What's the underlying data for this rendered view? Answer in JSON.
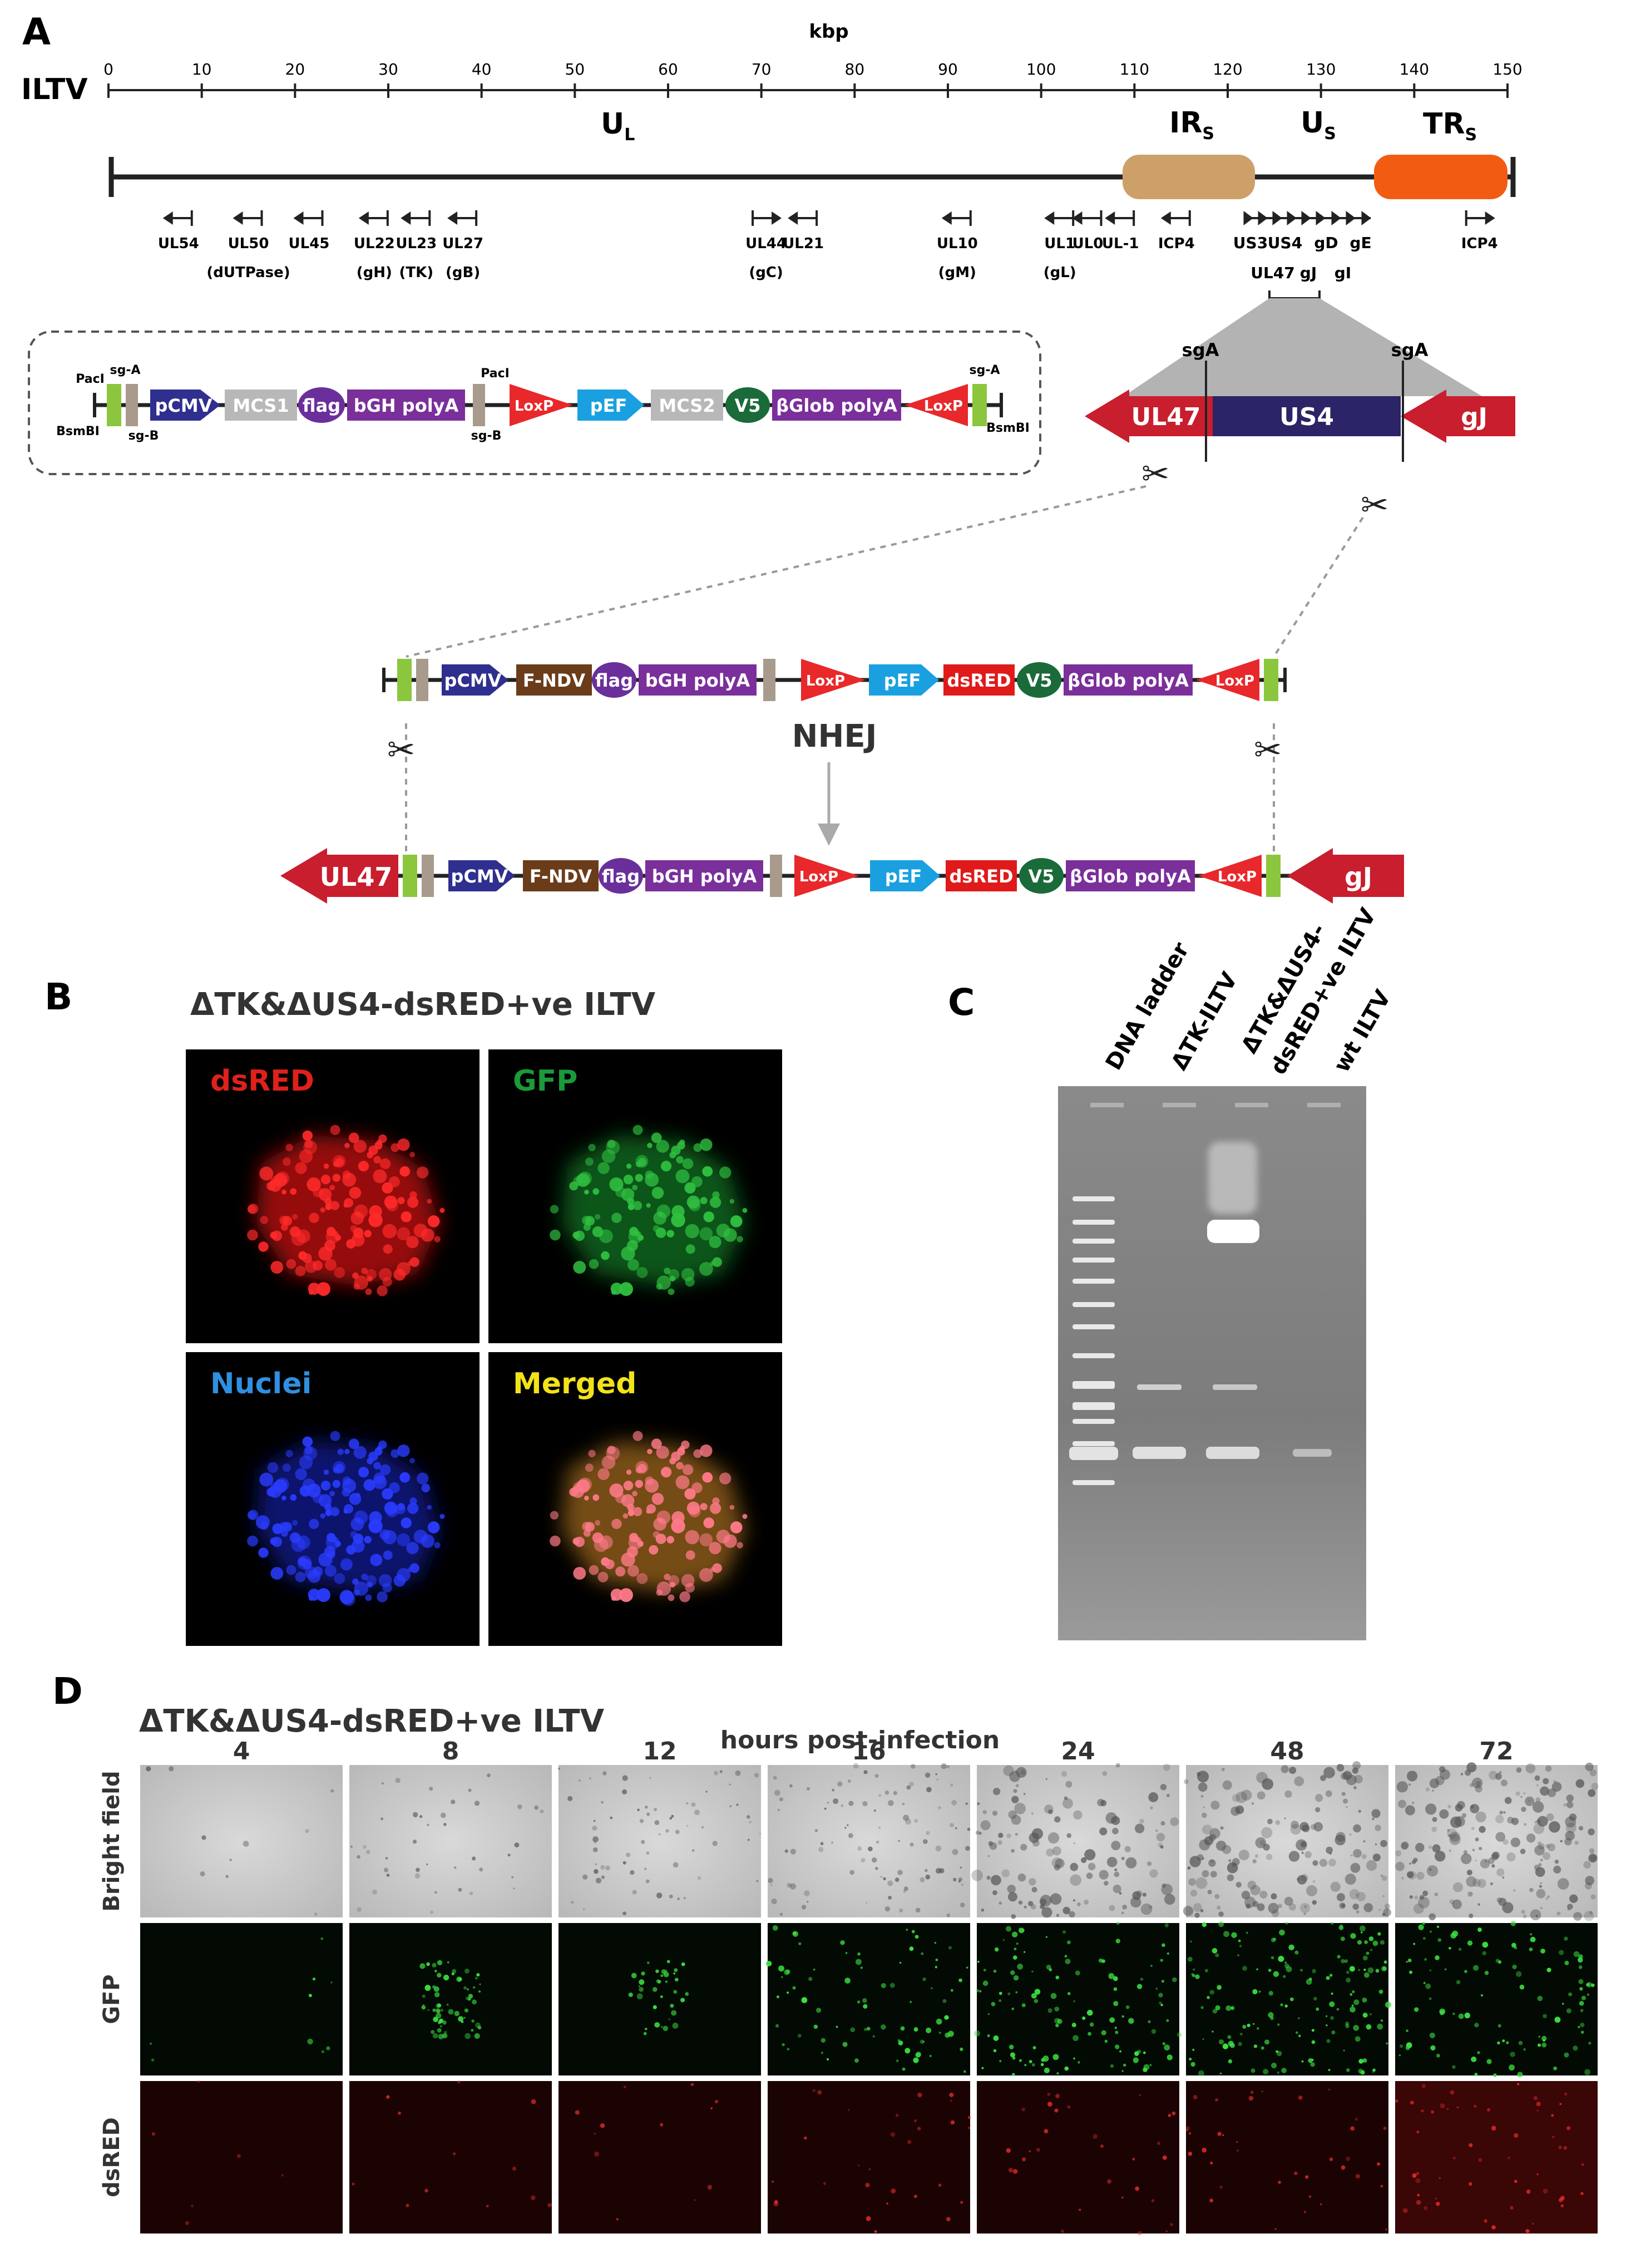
{
  "panel_labels": {
    "a": "A",
    "b": "B",
    "c": "C",
    "d": "D"
  },
  "panel_a": {
    "axis": {
      "unit": "kbp",
      "genome_label": "ILTV",
      "ticks": [
        0,
        10,
        20,
        30,
        40,
        50,
        60,
        70,
        80,
        90,
        100,
        110,
        120,
        130,
        140,
        150
      ]
    },
    "regions": {
      "ul": "U",
      "ul_sub": "L",
      "irs": "IR",
      "irs_sub": "S",
      "us": "U",
      "us_sub": "S",
      "trs": "TR",
      "trs_sub": "S"
    },
    "genes": [
      {
        "name": "UL54",
        "sub": "",
        "pos": 7.5,
        "dir": "L"
      },
      {
        "name": "UL50",
        "sub": "(dUTPase)",
        "pos": 15,
        "dir": "L"
      },
      {
        "name": "UL45",
        "sub": "",
        "pos": 21.5,
        "dir": "L"
      },
      {
        "name": "UL22",
        "sub": "(gH)",
        "pos": 28.5,
        "dir": "L"
      },
      {
        "name": "UL23",
        "sub": "(TK)",
        "pos": 33,
        "dir": "L"
      },
      {
        "name": "UL27",
        "sub": "(gB)",
        "pos": 38,
        "dir": "L"
      },
      {
        "name": "UL44",
        "sub": "(gC)",
        "pos": 70.5,
        "dir": "R"
      },
      {
        "name": "UL21",
        "sub": "",
        "pos": 74.5,
        "dir": "L"
      },
      {
        "name": "UL10",
        "sub": "(gM)",
        "pos": 91,
        "dir": "L"
      },
      {
        "name": "UL1",
        "sub": "(gL)",
        "pos": 102,
        "dir": "L"
      },
      {
        "name": "UL0",
        "sub": "",
        "pos": 105,
        "dir": "L"
      },
      {
        "name": "UL-1",
        "sub": "",
        "pos": 108.5,
        "dir": "L"
      },
      {
        "name": "ICP4",
        "sub": "",
        "pos": 114.5,
        "dir": "L"
      },
      {
        "name": "ICP4",
        "sub": "",
        "pos": 147,
        "dir": "R"
      }
    ],
    "us_labels": [
      "US3",
      "US4",
      "gD",
      "gE"
    ],
    "us_labels_row2": [
      "UL47",
      "gJ",
      "gI"
    ],
    "donor": {
      "left": [
        "PacI",
        "sg-A",
        "BsmBI",
        "sg-B"
      ],
      "elements": [
        "pCMV",
        "MCS1",
        "flag",
        "bGH polyA",
        "PacI",
        "sg-B",
        "LoxP",
        "pEF",
        "MCS2",
        "V5",
        "βGlob polyA",
        "LoxP",
        "sg-A",
        "BsmBI"
      ]
    },
    "locus": {
      "sg_left": "sgA",
      "sg_right": "sgA",
      "ul47": "UL47",
      "us4": "US4",
      "gj": "gJ"
    },
    "insert": [
      "pCMV",
      "F-NDV",
      "flag",
      "bGH polyA",
      "LoxP",
      "pEF",
      "dsRED",
      "V5",
      "βGlob polyA",
      "LoxP"
    ],
    "nhej": "NHEJ",
    "final": [
      "UL47",
      "pCMV",
      "F-NDV",
      "flag",
      "bGH polyA",
      "LoxP",
      "pEF",
      "dsRED",
      "V5",
      "βGlob polyA",
      "LoxP",
      "gJ"
    ]
  },
  "panel_b": {
    "title": "ΔTK&ΔUS4-dsRED+ve ILTV",
    "channels": [
      "dsRED",
      "GFP",
      "Nuclei",
      "Merged"
    ],
    "colors": {
      "dsRED": "#e0201a",
      "GFP": "#1a9a3a",
      "Nuclei": "#2f8fe0",
      "Merged": "#f2e21a"
    }
  },
  "panel_c": {
    "lanes": [
      "DNA ladder",
      "ΔTK-ILTV",
      "ΔTK&ΔUS4-",
      "dsRED+ve ILTV",
      "wt ILTV"
    ]
  },
  "panel_d": {
    "title": "ΔTK&ΔUS4-dsRED+ve ILTV",
    "subtitle": "hours post-infection",
    "hours": [
      "4",
      "8",
      "12",
      "16",
      "24",
      "48",
      "72"
    ],
    "rows": [
      "Bright field",
      "GFP",
      "dsRED"
    ],
    "gfp_level": [
      0.05,
      0.35,
      0.2,
      0.45,
      0.7,
      0.9,
      0.6
    ],
    "red_level": [
      0.05,
      0.1,
      0.1,
      0.25,
      0.25,
      0.3,
      0.45
    ]
  }
}
